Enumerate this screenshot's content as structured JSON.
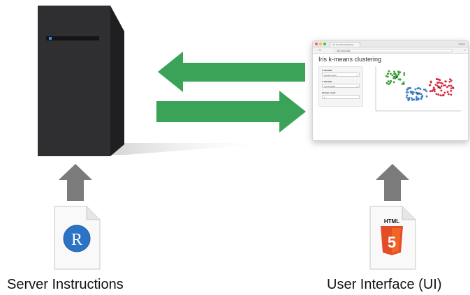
{
  "colors": {
    "server_body": "#2f2f31",
    "server_side": "#1f1f21",
    "arrow_green": "#3aa357",
    "arrow_gray": "#7b7b7b",
    "r_blue": "#2b73c5",
    "html5_orange": "#e44d26",
    "cluster_green": "#3fa03c",
    "cluster_blue": "#3b7fc4",
    "cluster_red": "#d7263d"
  },
  "captions": {
    "server": "Server Instructions",
    "ui": "User Interface (UI)"
  },
  "file_icons": {
    "r_letter": "R",
    "html_label": "HTML",
    "html_digit": "5"
  },
  "browser": {
    "tab_title": "Iris k-means clustering",
    "user": "Garrett",
    "url": "127.0.0.1:4211",
    "nav_glyphs": "‹  ›  ⟳",
    "menu_glyph": "≡"
  },
  "app": {
    "title": "Iris k-means clustering",
    "controls": [
      {
        "label": "X Variable",
        "value": "Sepal.Length"
      },
      {
        "label": "Y Variable",
        "value": "Sepal.Width"
      },
      {
        "label": "Cluster count",
        "value": "3"
      }
    ]
  }
}
